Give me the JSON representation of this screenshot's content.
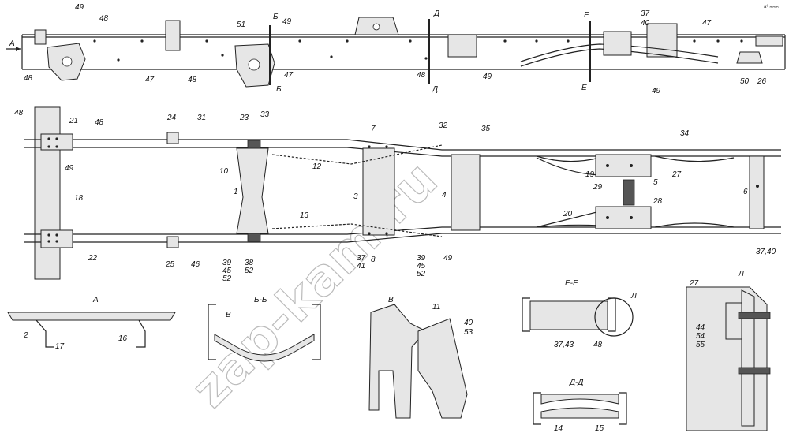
{
  "labels": {
    "top": [
      "49",
      "48",
      "48",
      "47",
      "48",
      "51",
      "Б",
      "49",
      "Б",
      "47",
      "Д",
      "Д",
      "48",
      "49",
      "Е",
      "Е",
      "37",
      "40",
      "47",
      "49",
      "50",
      "26",
      "А"
    ],
    "plan": [
      "48",
      "21",
      "48",
      "49",
      "18",
      "24",
      "31",
      "23",
      "33",
      "10",
      "1",
      "12",
      "7",
      "32",
      "35",
      "34",
      "3",
      "4",
      "19",
      "27",
      "5",
      "29",
      "28",
      "6",
      "20",
      "13",
      "22",
      "25",
      "46",
      "39",
      "45",
      "52",
      "38",
      "52",
      "37",
      "41",
      "8",
      "39",
      "45",
      "52",
      "49",
      "37,40"
    ],
    "sections": {
      "a": {
        "title": "А",
        "parts": [
          "2",
          "17",
          "16"
        ]
      },
      "bb": {
        "title": "Б-Б",
        "parts": [
          "В"
        ]
      },
      "v": {
        "title": "В",
        "parts": [
          "11",
          "40",
          "53"
        ]
      },
      "ee": {
        "title": "Е-Е",
        "parts": [
          "Л",
          "37,43",
          "48"
        ]
      },
      "dd": {
        "title": "Д-Д",
        "parts": [
          "14",
          "15"
        ]
      },
      "l": {
        "title": "Л",
        "parts": [
          "27",
          "44",
          "54",
          "55"
        ]
      }
    }
  },
  "watermark": "zap-kam.ru",
  "corner_mark": "a⁶ ₘₘₘ"
}
